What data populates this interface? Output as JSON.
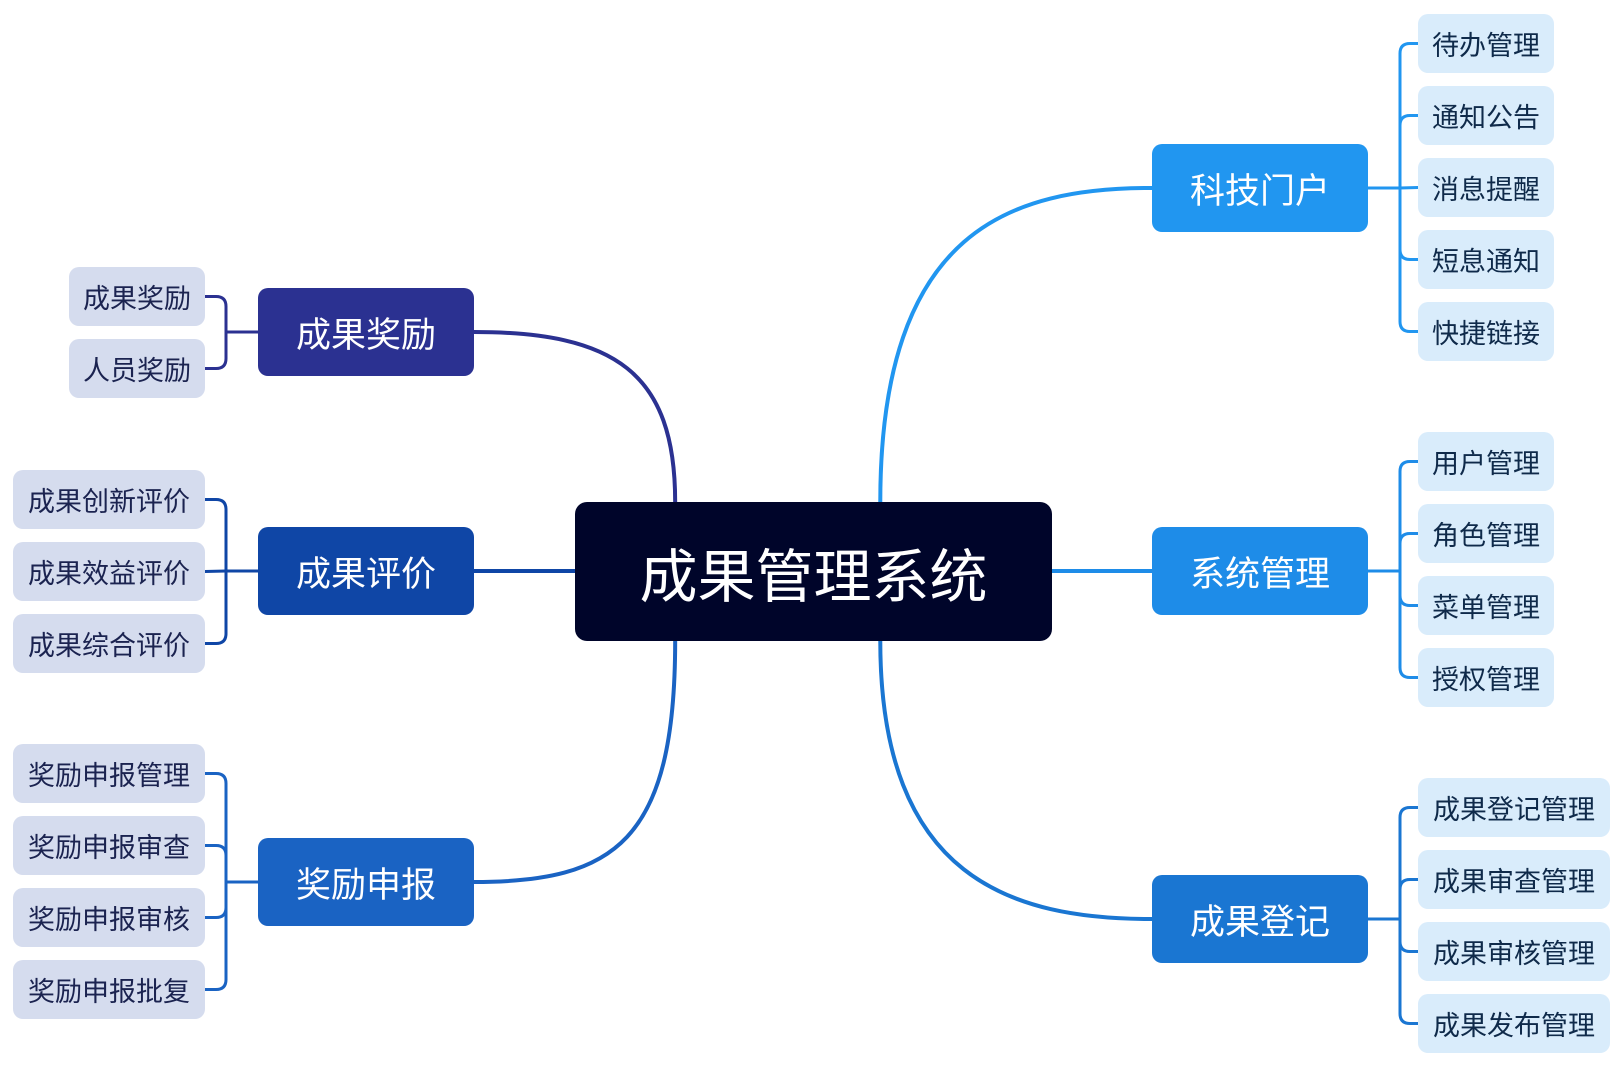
{
  "root": {
    "label": "成果管理系统"
  },
  "colors": {
    "root_bg": "#00052a",
    "left_leaf_bg": "#d5dcee",
    "right_leaf_bg": "#d9ecfb"
  },
  "branches": [
    {
      "label": "成果奖励",
      "color": "#2b3191",
      "side": "left",
      "children": [
        "成果奖励",
        "人员奖励"
      ]
    },
    {
      "label": "成果评价",
      "color": "#0f46a6",
      "side": "left",
      "children": [
        "成果创新评价",
        "成果效益评价",
        "成果综合评价"
      ]
    },
    {
      "label": "奖励申报",
      "color": "#1a63c3",
      "side": "left",
      "children": [
        "奖励申报管理",
        "奖励申报审查",
        "奖励申报审核",
        "奖励申报批复"
      ]
    },
    {
      "label": "科技门户",
      "color": "#2196f0",
      "side": "right",
      "children": [
        "待办管理",
        "通知公告",
        "消息提醒",
        "短息通知",
        "快捷链接"
      ]
    },
    {
      "label": "系统管理",
      "color": "#1e8ce8",
      "side": "right",
      "children": [
        "用户管理",
        "角色管理",
        "菜单管理",
        "授权管理"
      ]
    },
    {
      "label": "成果登记",
      "color": "#1a76d2",
      "side": "right",
      "children": [
        "成果登记管理",
        "成果审查管理",
        "成果审核管理",
        "成果发布管理"
      ]
    }
  ]
}
